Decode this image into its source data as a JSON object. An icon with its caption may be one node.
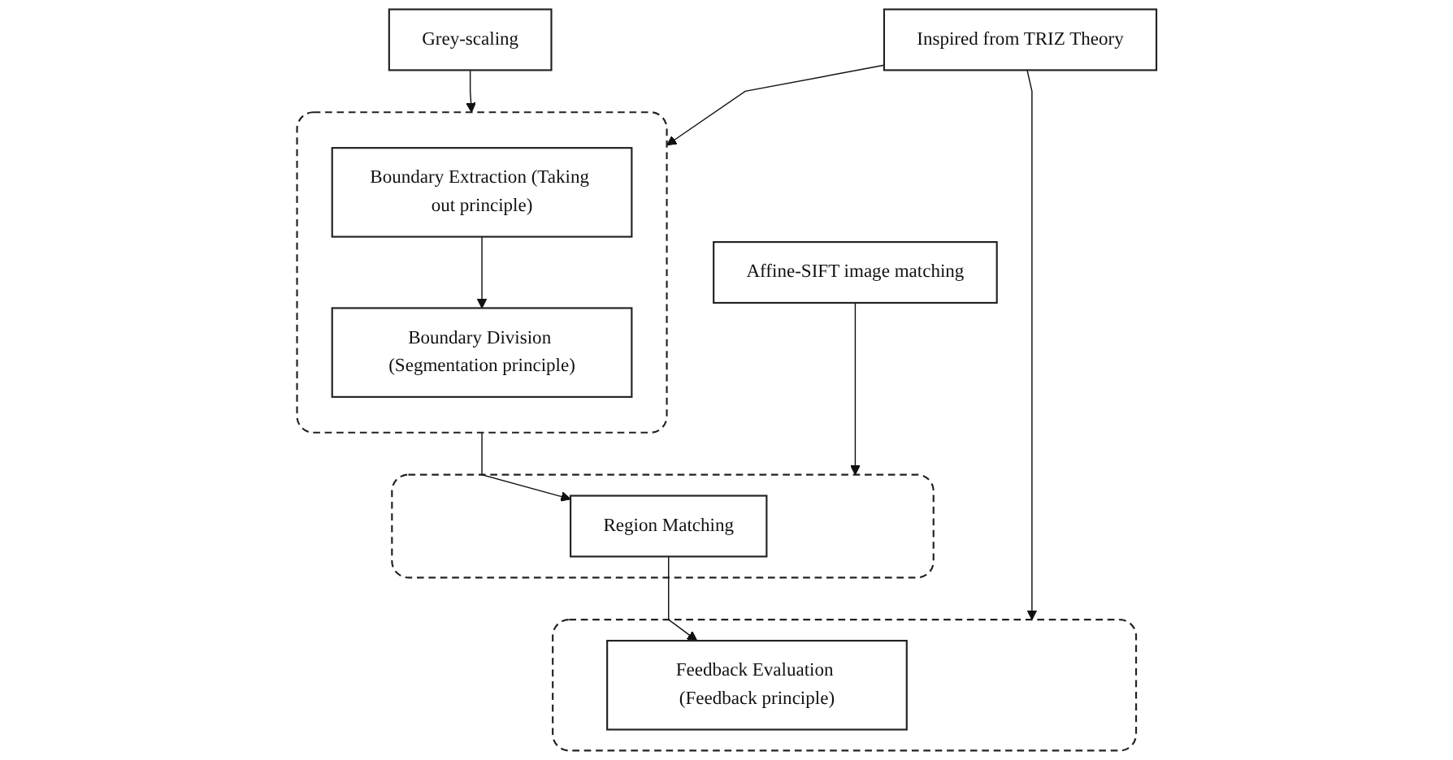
{
  "diagram": {
    "nodes": [
      {
        "text": [
          "Grey-scaling"
        ]
      },
      {
        "text": [
          "Affine-SIFT image matching"
        ]
      },
      {
        "text": [],
        "shape": "box"
      },
      {
        "text": [
          "Boundary Extraction (Taking out principle)"
        ],
        "in": 2
      },
      {
        "text": [
          "Boundary Division (Segmentation principle)"
        ],
        "in": 2
      },
      {
        "text": [],
        "shape": "box"
      },
      {
        "text": [
          "Region Matching"
        ],
        "in": 5
      },
      {
        "text": [],
        "shape": "box"
      },
      {
        "text": [
          "Feedback Evaluation (Feedback principle)"
        ],
        "in": 7
      },
      {
        "text": [
          "Inspired from TRIZ Theory"
        ]
      }
    ],
    "edges": [
      {
        "from": 0,
        "to": 2,
        "arrow": "to"
      },
      {
        "from": 3,
        "to": 4,
        "arrow": "to"
      },
      {
        "from": 2,
        "to": 6,
        "arrow": "to"
      },
      {
        "from": 6,
        "to": 8,
        "arrow": "to"
      },
      {
        "from": 1,
        "to": 5,
        "arrow": "to"
      },
      {
        "from": 9,
        "to": 2,
        "arrow": "to"
      },
      {
        "from": 9,
        "to": 7,
        "arrow": "to"
      }
    ]
  }
}
